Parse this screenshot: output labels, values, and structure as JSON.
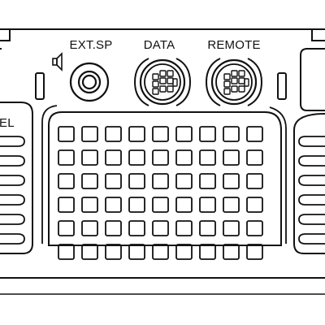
{
  "labels": {
    "ext_sp": "EXT.SP",
    "data": "DATA",
    "remote": "REMOTE",
    "side_fragment": "EL"
  },
  "icons": {
    "speaker": "speaker-icon"
  },
  "vent_grid": {
    "columns": 9,
    "rows": 6
  },
  "side_vents": {
    "left_count": 6,
    "right_count": 6
  },
  "colors": {
    "line": "#111111",
    "background": "#ffffff"
  }
}
